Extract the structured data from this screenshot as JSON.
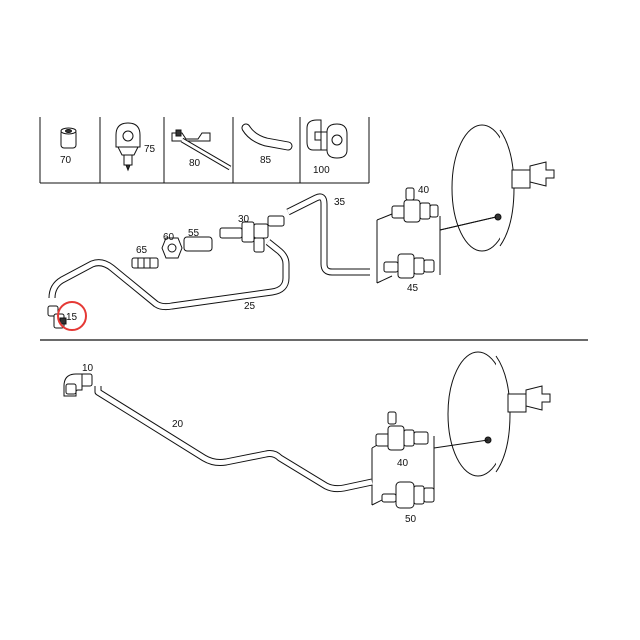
{
  "legend_parts": [
    {
      "number": "70",
      "icon": "sleeve-icon"
    },
    {
      "number": "75",
      "icon": "clip-icon"
    },
    {
      "number": "80",
      "icon": "cable-tie-icon"
    },
    {
      "number": "85",
      "icon": "hose-elbow-icon"
    },
    {
      "number": "100",
      "icon": "double-clip-icon"
    }
  ],
  "upper_assembly": {
    "labels": [
      "40",
      "35",
      "30",
      "60",
      "55",
      "65",
      "25",
      "15",
      "45"
    ],
    "highlighted_part": "15",
    "highlight_color": "#e53935"
  },
  "lower_assembly": {
    "labels": [
      "10",
      "20",
      "40",
      "50"
    ]
  }
}
